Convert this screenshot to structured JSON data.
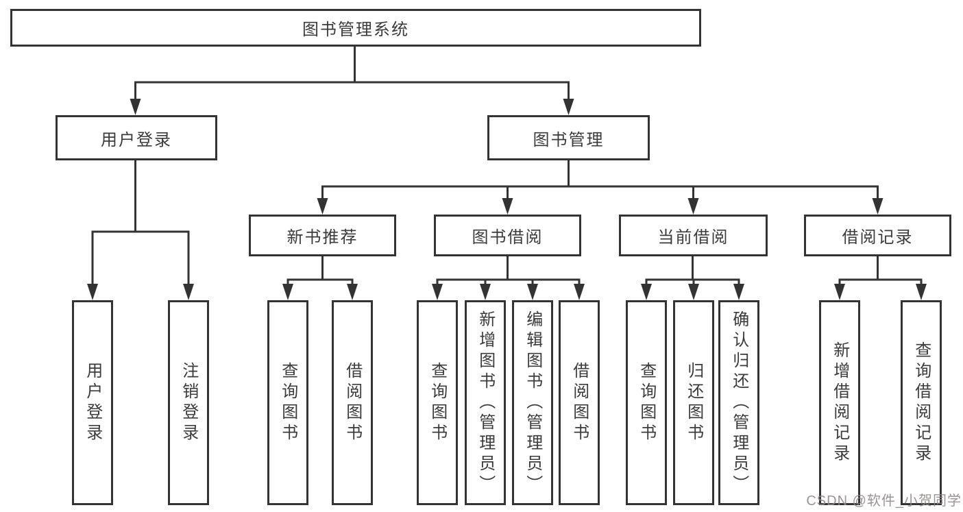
{
  "page": {
    "background": "#ffffff"
  },
  "colors": {
    "box_border": "#333333",
    "connector_line": "#333333",
    "text": "#3b3b3b",
    "watermark": "#8f8888"
  },
  "tree": {
    "label": "图书管理系统",
    "children": [
      {
        "label": "用户登录",
        "children": [
          {
            "label": "用户登录"
          },
          {
            "label": "注销登录"
          }
        ]
      },
      {
        "label": "图书管理",
        "children": [
          {
            "label": "新书推荐",
            "children": [
              {
                "label": "查询图书"
              },
              {
                "label": "借阅图书"
              }
            ]
          },
          {
            "label": "图书借阅",
            "children": [
              {
                "label": "查询图书"
              },
              {
                "label": "新增图书（管理员）"
              },
              {
                "label": "编辑图书（管理员）"
              },
              {
                "label": "借阅图书"
              }
            ]
          },
          {
            "label": "当前借阅",
            "children": [
              {
                "label": "查询图书"
              },
              {
                "label": "归还图书"
              },
              {
                "label": "确认归还（管理员）"
              }
            ]
          },
          {
            "label": "借阅记录",
            "children": [
              {
                "label": "新增借阅记录"
              },
              {
                "label": "查询借阅记录"
              }
            ]
          }
        ]
      }
    ]
  },
  "watermark": {
    "text": "CSDN @软件_小贺同学"
  }
}
